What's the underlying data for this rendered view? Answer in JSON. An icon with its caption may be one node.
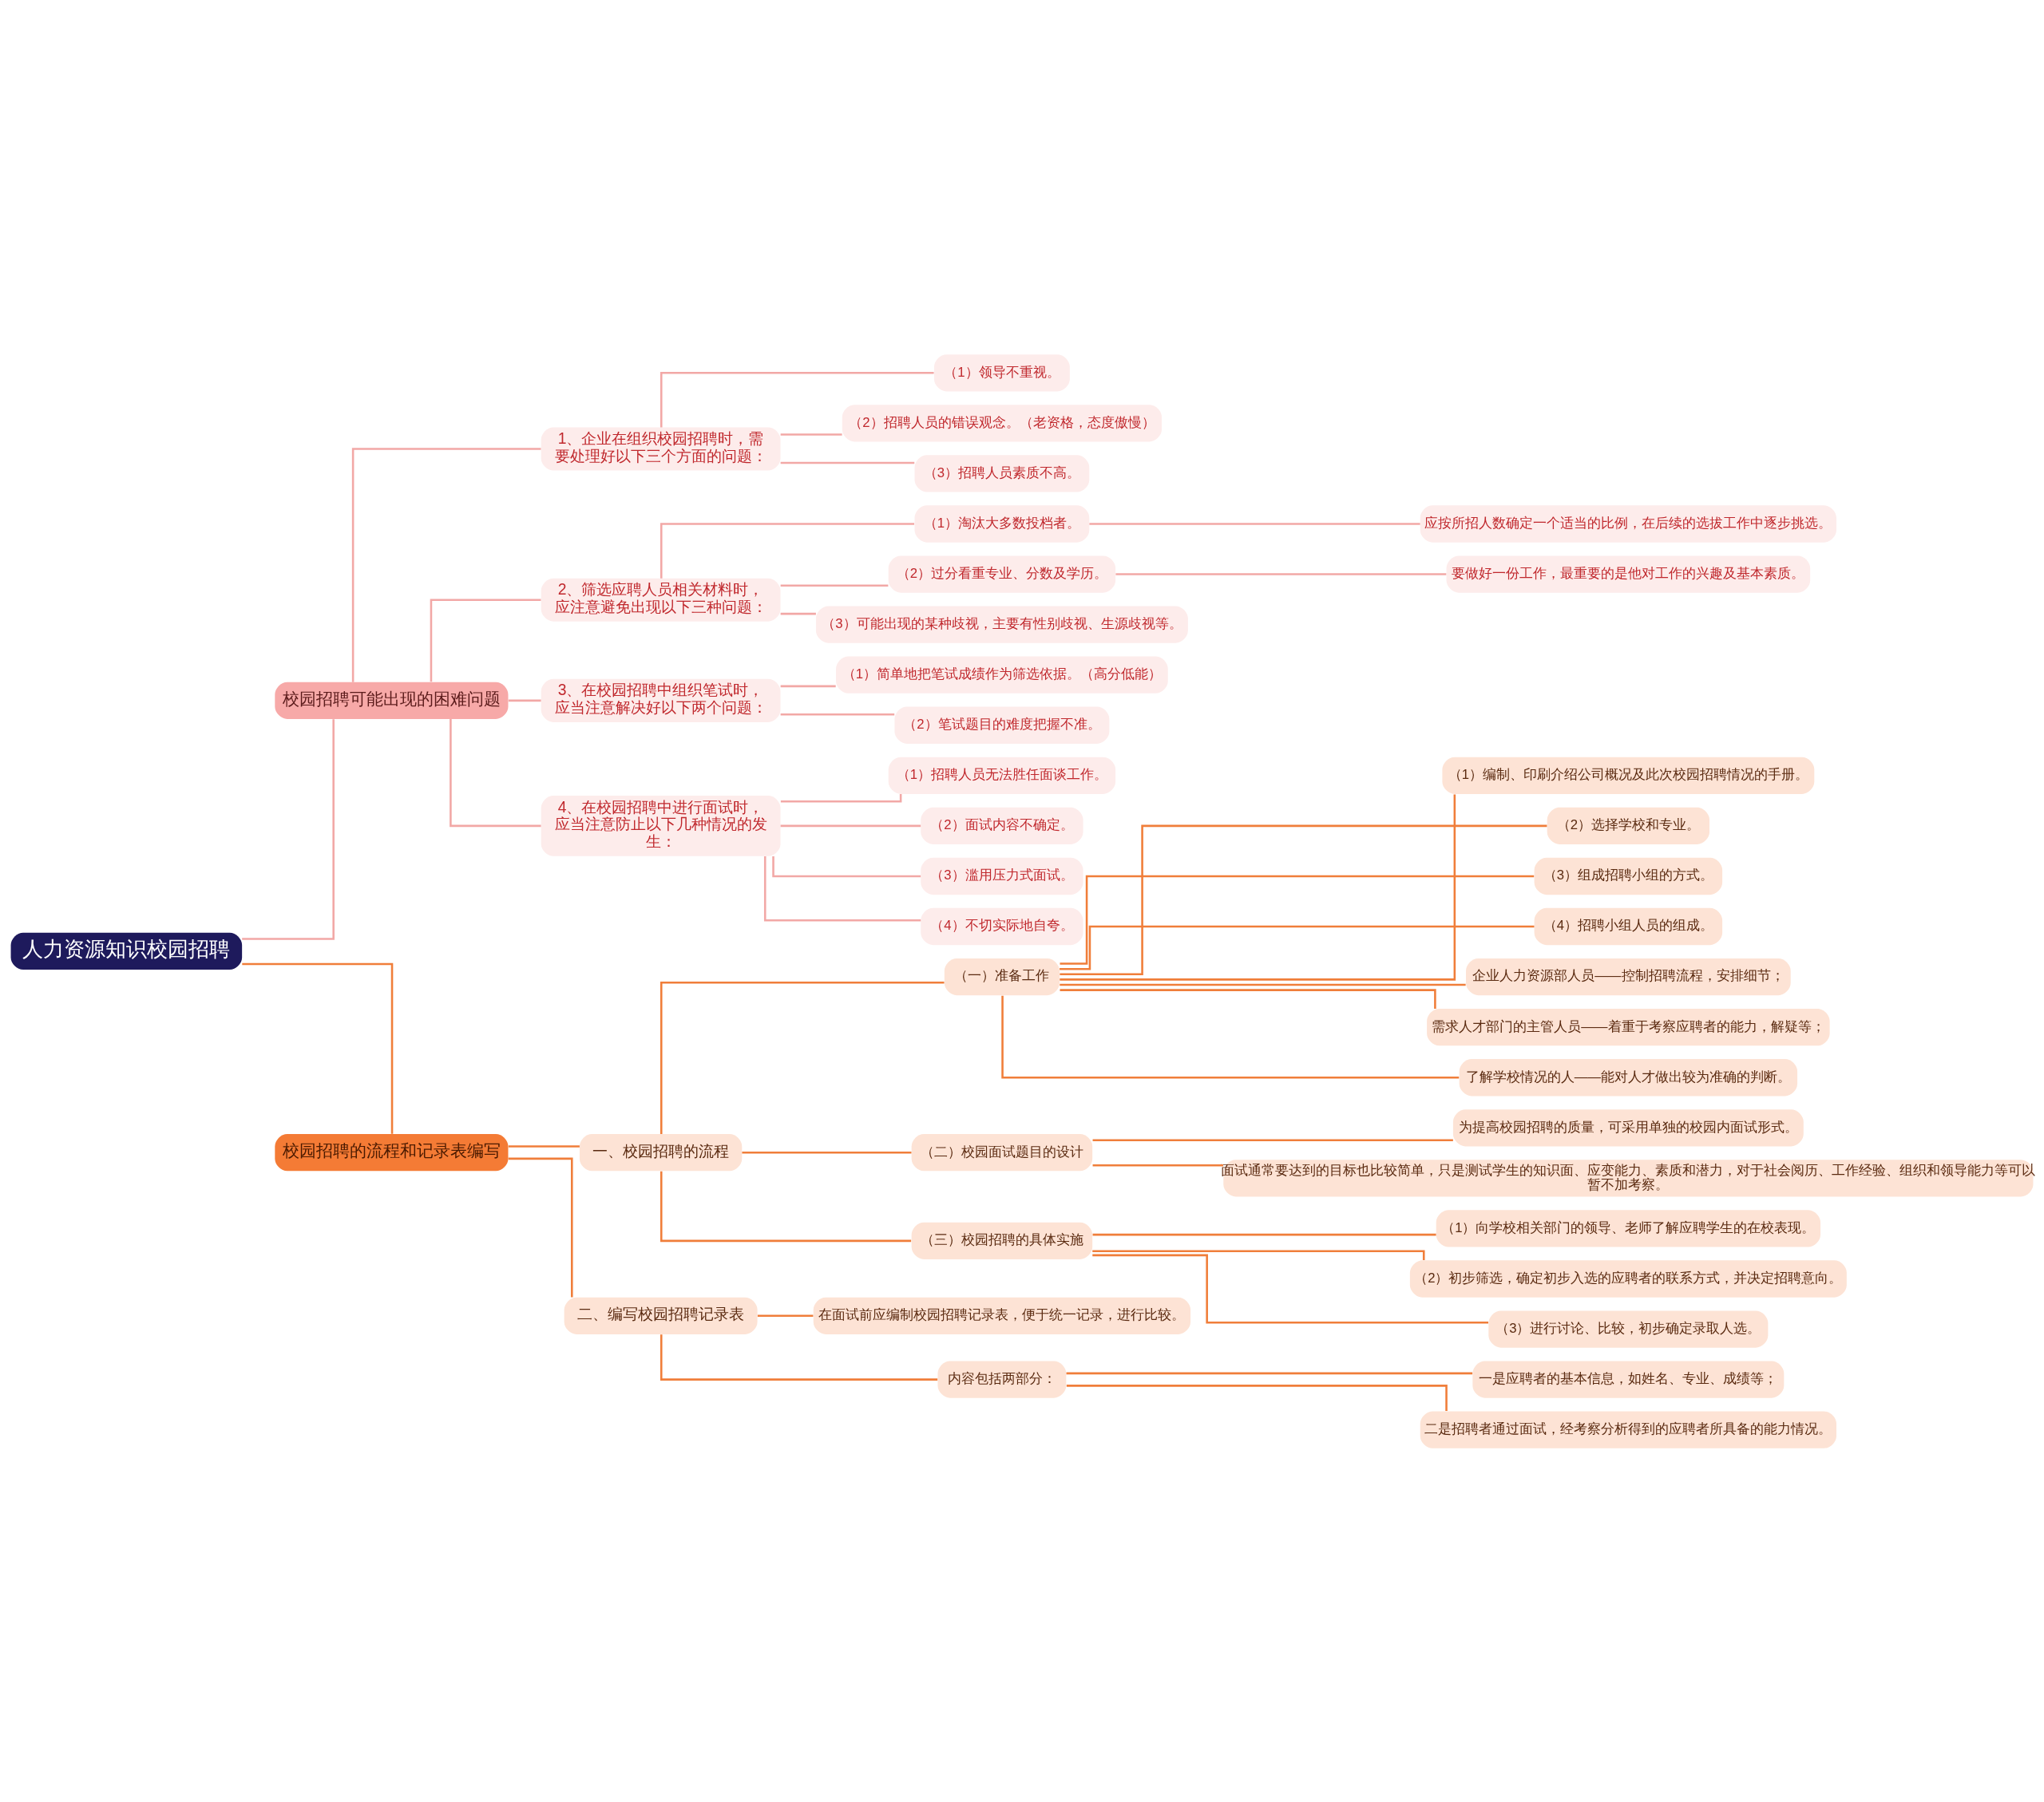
{
  "diagram": {
    "nodes": [
      {
        "text": [
          "人力资源知识校园招聘"
        ]
      },
      {
        "text": [
          "校园招聘可能出现的困难问题"
        ]
      },
      {
        "text": [
          "1、企业在组织校园招聘时，需要处理好以下三个方面的问题："
        ]
      },
      {
        "text": [
          "（1）领导不重视。"
        ]
      },
      {
        "text": [
          "（2）招聘人员的错误观念。（老资格，态度傲慢）"
        ]
      },
      {
        "text": [
          "（3）招聘人员素质不高。"
        ]
      },
      {
        "text": [
          "2、筛选应聘人员相关材料时，应注意避免出现以下三种问题："
        ]
      },
      {
        "text": [
          "（1）淘汰大多数投档者。"
        ]
      },
      {
        "text": [
          "应按所招人数确定一个适当的比例，在后续的选拔工作中逐步挑选。"
        ]
      },
      {
        "text": [
          "（2）过分看重专业、分数及学历。"
        ]
      },
      {
        "text": [
          "要做好一份工作，最重要的是他对工作的兴趣及基本素质。"
        ]
      },
      {
        "text": [
          "（3）可能出现的某种歧视，主要有性别歧视、生源歧视等。"
        ]
      },
      {
        "text": [
          "3、在校园招聘中组织笔试时，应当注意解决好以下两个问题："
        ]
      },
      {
        "text": [
          "（1）简单地把笔试成绩作为筛选依据。（高分低能）"
        ]
      },
      {
        "text": [
          "（2）笔试题目的难度把握不准。"
        ]
      },
      {
        "text": [
          "4、在校园招聘中进行面试时，应当注意防止以下几种情况的发生："
        ]
      },
      {
        "text": [
          "（1）招聘人员无法胜任面谈工作。"
        ]
      },
      {
        "text": [
          "（2）面试内容不确定。"
        ]
      },
      {
        "text": [
          "（3）滥用压力式面试。"
        ]
      },
      {
        "text": [
          "（4）不切实际地自夸。"
        ]
      },
      {
        "text": [
          "校园招聘的流程和记录表编写"
        ]
      },
      {
        "text": [
          "一、校园招聘的流程"
        ]
      },
      {
        "text": [
          "（一）准备工作"
        ]
      },
      {
        "text": [
          "（1）编制、印刷介绍公司概况及此次校园招聘情况的手册。"
        ]
      },
      {
        "text": [
          "（2）选择学校和专业。"
        ]
      },
      {
        "text": [
          "（3）组成招聘小组的方式。"
        ]
      },
      {
        "text": [
          "（4）招聘小组人员的组成。"
        ]
      },
      {
        "text": [
          "企业人力资源部人员——控制招聘流程，安排细节；"
        ]
      },
      {
        "text": [
          "需求人才部门的主管人员——着重于考察应聘者的能力，解疑等；"
        ]
      },
      {
        "text": [
          "了解学校情况的人——能对人才做出较为准确的判断。"
        ]
      },
      {
        "text": [
          "（二）校园面试题目的设计"
        ]
      },
      {
        "text": [
          "为提高校园招聘的质量，可采用单独的校园内面试形式。"
        ]
      },
      {
        "text": [
          "面试通常要达到的目标也比较简单，只是测试学生的知识面、应变能力、素质和潜力，对于社会阅历、工作经验、组织和领导能力等可以暂不加考察。"
        ]
      },
      {
        "text": [
          "（三）校园招聘的具体实施"
        ]
      },
      {
        "text": [
          "（1）向学校相关部门的领导、老师了解应聘学生的在校表现。"
        ]
      },
      {
        "text": [
          "（2）初步筛选，确定初步入选的应聘者的联系方式，并决定招聘意向。"
        ]
      },
      {
        "text": [
          "（3）进行讨论、比较，初步确定录取人选。"
        ]
      },
      {
        "text": [
          "二、编写校园招聘记录表"
        ]
      },
      {
        "text": [
          "在面试前应编制校园招聘记录表，便于统一记录，进行比较。"
        ]
      },
      {
        "text": [
          "内容包括两部分："
        ]
      },
      {
        "text": [
          "一是应聘者的基本信息，如姓名、专业、成绩等；"
        ]
      },
      {
        "text": [
          "二是招聘者通过面试，经考察分析得到的应聘者所具备的能力情况。"
        ]
      }
    ],
    "edges": [
      {
        "from": 0,
        "to": 1,
        "arrow": "none",
        "color": "#f2a8a6"
      },
      {
        "from": 1,
        "to": 2,
        "arrow": "none",
        "color": "#f2a8a6"
      },
      {
        "from": 2,
        "to": 3,
        "arrow": "none",
        "color": "#f2a8a6"
      },
      {
        "from": 2,
        "to": 4,
        "arrow": "none",
        "color": "#f2a8a6"
      },
      {
        "from": 2,
        "to": 5,
        "arrow": "none",
        "color": "#f2a8a6"
      },
      {
        "from": 1,
        "to": 6,
        "arrow": "none",
        "color": "#f2a8a6"
      },
      {
        "from": 6,
        "to": 7,
        "arrow": "none",
        "color": "#f2a8a6"
      },
      {
        "from": 7,
        "to": 8,
        "arrow": "none",
        "color": "#f2a8a6"
      },
      {
        "from": 6,
        "to": 9,
        "arrow": "none",
        "color": "#f2a8a6"
      },
      {
        "from": 9,
        "to": 10,
        "arrow": "none",
        "color": "#f2a8a6"
      },
      {
        "from": 6,
        "to": 11,
        "arrow": "none",
        "color": "#f2a8a6"
      },
      {
        "from": 1,
        "to": 12,
        "arrow": "none",
        "color": "#f2a8a6"
      },
      {
        "from": 12,
        "to": 13,
        "arrow": "none",
        "color": "#f2a8a6"
      },
      {
        "from": 12,
        "to": 14,
        "arrow": "none",
        "color": "#f2a8a6"
      },
      {
        "from": 1,
        "to": 15,
        "arrow": "none",
        "color": "#f2a8a6"
      },
      {
        "from": 15,
        "to": 16,
        "arrow": "none",
        "color": "#f2a8a6"
      },
      {
        "from": 15,
        "to": 17,
        "arrow": "none",
        "color": "#f2a8a6"
      },
      {
        "from": 15,
        "to": 18,
        "arrow": "none",
        "color": "#f2a8a6"
      },
      {
        "from": 15,
        "to": 19,
        "arrow": "none",
        "color": "#f2a8a6"
      },
      {
        "from": 0,
        "to": 20,
        "arrow": "none"
      },
      {
        "from": 20,
        "to": 21,
        "arrow": "none"
      },
      {
        "from": 21,
        "to": 22,
        "arrow": "none"
      },
      {
        "from": 22,
        "to": 23,
        "arrow": "none"
      },
      {
        "from": 22,
        "to": 24,
        "arrow": "none"
      },
      {
        "from": 22,
        "to": 25,
        "arrow": "none"
      },
      {
        "from": 22,
        "to": 26,
        "arrow": "none"
      },
      {
        "from": 22,
        "to": 27,
        "arrow": "none"
      },
      {
        "from": 22,
        "to": 28,
        "arrow": "none"
      },
      {
        "from": 22,
        "to": 29,
        "arrow": "none"
      },
      {
        "from": 21,
        "to": 30,
        "arrow": "none"
      },
      {
        "from": 30,
        "to": 31,
        "arrow": "none"
      },
      {
        "from": 30,
        "to": 32,
        "arrow": "none"
      },
      {
        "from": 21,
        "to": 33,
        "arrow": "none"
      },
      {
        "from": 33,
        "to": 34,
        "arrow": "none"
      },
      {
        "from": 33,
        "to": 35,
        "arrow": "none"
      },
      {
        "from": 33,
        "to": 36,
        "arrow": "none"
      },
      {
        "from": 20,
        "to": 37,
        "arrow": "none"
      },
      {
        "from": 37,
        "to": 38,
        "arrow": "none"
      },
      {
        "from": 37,
        "to": 39,
        "arrow": "none"
      },
      {
        "from": 39,
        "to": 40,
        "arrow": "none"
      },
      {
        "from": 39,
        "to": 41,
        "arrow": "none"
      }
    ]
  }
}
